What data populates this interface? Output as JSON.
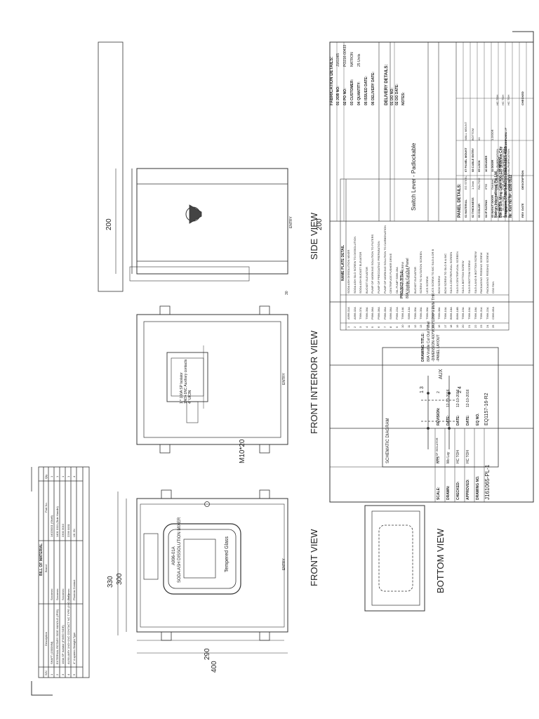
{
  "views": {
    "front": "FRONT VIEW",
    "front_interior": "FRONT INTERIOR VIEW",
    "side": "SIDE VIEW",
    "bottom": "BOTTOM VIEW"
  },
  "dimensions": {
    "d330": "330",
    "d300": "300",
    "d290": "290",
    "d400": "400",
    "d200": "200",
    "d30": "30",
    "m10": "M10*20"
  },
  "entry": "ENTRY",
  "front_panel": {
    "tag": "A996-01A",
    "name": "SODA ASH DISSOLUTION MIXER",
    "window": "Tempered Glass"
  },
  "interior": {
    "line1": "1 * 100A SP Isolator",
    "line2": "1NO+1NC Auxiliary contacts",
    "line3": "4\" UK3N"
  },
  "schematic": {
    "title": "SCHEMATIC DIAGRAM",
    "aux": "AUX",
    "top_nums": "1   3",
    "bottom_nums": "2   4",
    "note": "100A SP ISOLATOR"
  },
  "bom": {
    "title": "BILL OF MATERIAL",
    "headers": [
      "S/N",
      "Description",
      "Brand",
      "Part No.",
      "Qty"
    ],
    "rows": [
      [
        "1",
        "SHAFT (1500MM)",
        "Socomec",
        "14020001 (Shaft)",
        "1"
      ],
      [
        "2",
        "EXTERNAL ROTARY SIDE HANDLE (IP55)",
        "Socomec",
        "1401 0111 (Side Handle)",
        "1"
      ],
      [
        "3",
        "100A SP Isolator (FIXED SIDE)",
        "Socomec",
        "2300 3010",
        "1"
      ],
      [
        "4",
        "AUXILIARY 1NO+1NC CONTACT NC TYPE (1NO,1NC)",
        "Socomec",
        "2299 0001",
        "1"
      ],
      [
        "5",
        "4\" 4 system Straight Type",
        "Phoenix Contact",
        "UK 3N",
        "4"
      ]
    ]
  },
  "nameplate": {
    "title": "NAME PLATE DETAIL",
    "rows": [
      [
        "1",
        "A996-01A",
        "SODA ASH DISSOLUTION MIXER"
      ],
      [
        "2",
        "A996-02A",
        "SODA ASH SILO SCREW TO DISSOLUTION"
      ],
      [
        "3",
        "T996-07A",
        "SODA ASH BUCKET ELEVATOR"
      ],
      [
        "4",
        "T996-09A",
        "BUCKET ELEVATOR"
      ],
      [
        "5",
        "P996-06A",
        "PUMP OF WORKING SOLUTION TO FILTERS"
      ],
      [
        "6",
        "P996-06A",
        "PUMP OF PRECOATING PREPARATION"
      ],
      [
        "7",
        "P996-05A",
        "PUMP OF WORKING SOLUTION TO CARBONATION"
      ],
      [
        "8",
        "S996-09A",
        "CENTRIFUGE PUSHER DRIVE"
      ],
      [
        "9",
        "P996-22A",
        "OIL PUMP S996-09A"
      ],
      [
        "10",
        "T996-14A",
        "FINE PATICLES SCREW"
      ],
      [
        "11",
        "S996-13A",
        "NUTATION SCREEN"
      ],
      [
        "12",
        "T996-05A",
        "BUCKET ELEVATOR"
      ],
      [
        "13",
        "T996-05A",
        "SCREW TO NUTATION SCREEN"
      ],
      [
        "14",
        "T996-06A",
        "UCS SCREW"
      ],
      [
        "15",
        "T996-07A",
        "UCS SCREW TO B/C SILO A OR B"
      ],
      [
        "16",
        "T996-08A",
        "BCM SCREW"
      ],
      [
        "17",
        "T996-10A",
        "BCM SCREW TO SILO B & B/C"
      ],
      [
        "18",
        "B996-18A",
        "SILO A CENTRIFUGAL SCREEN"
      ],
      [
        "19",
        "B996-18B",
        "SILO B CENTRIFUGAL SCREEN"
      ],
      [
        "20",
        "T996-15A",
        "SILO A BOTTOM SCREW"
      ],
      [
        "21",
        "T996-16A",
        "SILO B BOTTOM SCREW"
      ],
      [
        "22",
        "T996-18A",
        "SILO A AND B BOTTOM SCREW"
      ],
      [
        "23",
        "T996-21A",
        "PACKAGING FEEDING SCREW"
      ],
      [
        "24",
        "T996-22A",
        "PACKAGING FEEDING SCREW"
      ],
      [
        "25",
        "C996-05A",
        "CO2 FAN"
      ]
    ]
  },
  "title_block": {
    "fab_title": "FABRICATION DETAILS:",
    "fab_rows": [
      [
        "01 JOB NO:",
        "J161065"
      ],
      [
        "02 PO NO:",
        "PO216-00433"
      ],
      [
        "03 CUSTOMER:",
        "NATRON"
      ],
      [
        "04 QUANTITY:",
        "25 Units"
      ],
      [
        "05 ISSUED DATE:",
        ""
      ],
      [
        "06 DELIVERY DATE:",
        ""
      ]
    ],
    "delivery_title": "DELIVERY DETAILS:",
    "delivery_rows": [
      [
        "01 DO NO:",
        ""
      ],
      [
        "02 DO DATE:",
        ""
      ]
    ],
    "notes_title": "NOTES:",
    "note_text": "Switch Lever - Padlockable",
    "panel_title": "PANEL DETAILS:",
    "panel_rows": [
      [
        "01 MATERIAL",
        "EG STEEL",
        "07 PANEL MOUNT",
        "WALL MOUNT"
      ],
      [
        "02 THICKNESS",
        "1.2mm",
        "08 CABLE ENTRY",
        "BOTTOM"
      ],
      [
        "03 COLOR",
        "RAL7032",
        "09 LOCK",
        "#1"
      ],
      [
        "04 IP RATING",
        "IP55",
        "10 DRAWER",
        ""
      ],
      [
        "05 IN/OUT DOOR",
        "Outdoor",
        "11 DOOR",
        "1-DOOR"
      ],
      [
        "06 CANOPY",
        "Canopy",
        "12 WEIGHT",
        ""
      ],
      [
        "13 CONSTRUCTION TYPE",
        "ENCLOSURE PROFILE - STANDARD PANEL",
        "MODULAR STRUCTURE",
        "FORM UP"
      ]
    ],
    "rev_headers": [
      "REV",
      "DATE",
      "DESCRIPTION",
      "CHECKED"
    ],
    "rev_rows": [
      [
        "2",
        "05-12-2016",
        "FOR APPROVAL/FABRICATION",
        "HC TOH"
      ],
      [
        "1",
        "01-12-2016",
        "FOR APPROVAL/FABRICATION",
        "HC TOH"
      ],
      [
        "0",
        "02-11-2016",
        "FOR APPROVAL/FABRICATION",
        "HC TOH"
      ]
    ],
    "company": "Natron International Pte Ltd",
    "addr1": "Blk 26 Sin Ming Lane #06-120 Midview City",
    "addr2": "Singapore 573971 T:6316 2262 F:6515 4359",
    "contact": "Mr. Ken Ho  HP: 8288 0522",
    "project_label": "PROJECT TITLE:",
    "project": "80A Visible Cut Out Panel",
    "drawing_label": "DRAWING TITLE:",
    "drawing1": "80A Visible Cut Out Panel",
    "drawing2": "-DIMENSION 400*W300*D200*1.2MM THK",
    "drawing3": "-PANEL LAYOUT",
    "scale_l": "SCALE:",
    "scale": "NTS",
    "rev_l": "REVISION:",
    "rev": "2",
    "drawn_l": "DRAWN:",
    "drawn": "Mo Lay",
    "drawn_date_l": "DATE:",
    "drawn_date": "12-10-2016",
    "checked_l": "CHECKED:",
    "checked": "HC TOH",
    "checked_date_l": "DATE:",
    "checked_date": "12-10-2016",
    "approved_l": "APPROVED:",
    "approved": "HC TOH",
    "approved_date_l": "DATE:",
    "approved_date": "12-10-2016",
    "dwg_no_l": "DRAWING NO.",
    "dwg_no": "J161065-PL-1",
    "eq_no_l": "EQ NO.",
    "eq_no": "EQ1157-16-R2"
  }
}
